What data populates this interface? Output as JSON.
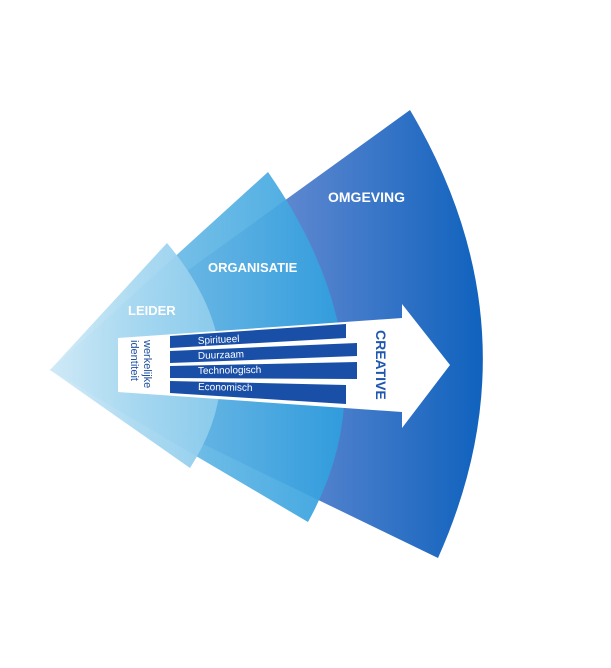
{
  "layers": {
    "outer": "OMGEVING",
    "middle": "ORGANISATIE",
    "inner": "LEIDER"
  },
  "arrow": {
    "label": "CREATIVE",
    "identity_line1": "werkelijke",
    "identity_line2": "identiteit"
  },
  "bars": [
    {
      "label": "Spiritueel"
    },
    {
      "label": "Duurzaam"
    },
    {
      "label": "Technologisch"
    },
    {
      "label": "Economisch"
    }
  ],
  "colors": {
    "outer_light": "#8fa8dc",
    "outer_dark": "#1565c0",
    "middle": "#4aa8df",
    "inner": "#9fd4ee",
    "bar": "#1a4fa8",
    "arrow": "#ffffff",
    "creative_text": "#1f56b0"
  }
}
